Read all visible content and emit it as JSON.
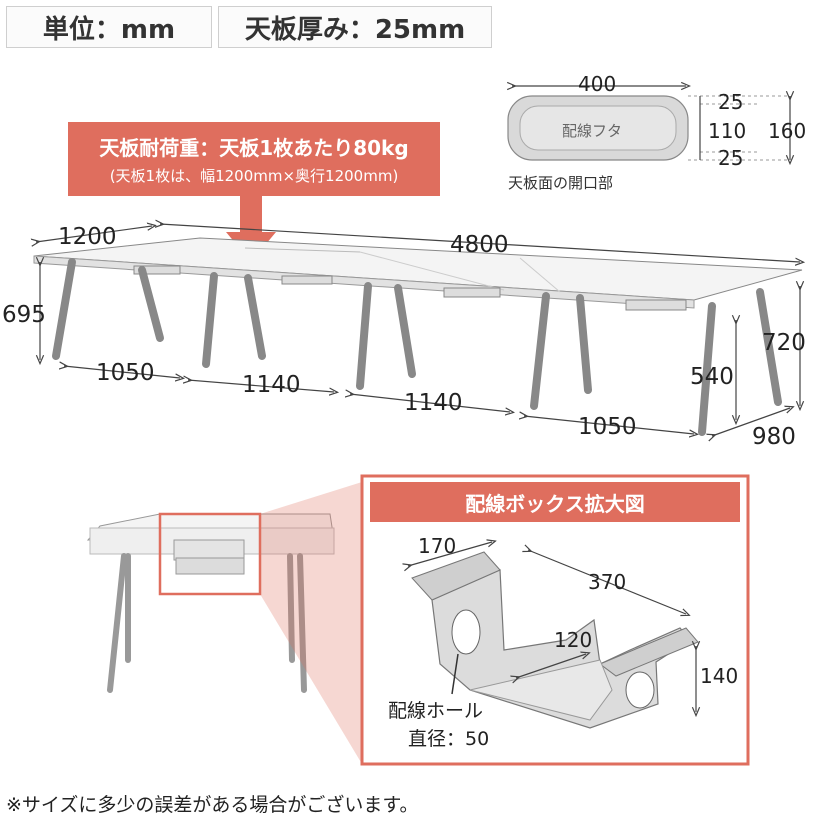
{
  "badges": {
    "unit": "単位：mm",
    "thickness": "天板厚み：25mm"
  },
  "load_note": {
    "line1": "天板耐荷重：天板1枚あたり80kg",
    "line2": "(天板1枚は、幅1200mm×奥行1200mm)"
  },
  "opening": {
    "width": "400",
    "d1": "25",
    "d2": "110",
    "d3": "160",
    "d4": "25",
    "cover_label": "配線フタ",
    "caption": "天板面の開口部"
  },
  "table_dims": {
    "top_width": "1200",
    "total_width": "4800",
    "height_left": "695",
    "leg_span_1": "1050",
    "leg_span_2": "1140",
    "leg_span_3": "1140",
    "leg_span_4": "1050",
    "height_right": "720",
    "knee_height": "540",
    "depth": "980"
  },
  "detail": {
    "title": "配線ボックス拡大図",
    "w170": "170",
    "w370": "370",
    "w120": "120",
    "h140": "140",
    "hole_label": "配線ホール",
    "hole_diameter": "直径：50"
  },
  "footnote": "※サイズに多少の誤差がある場合がございます。",
  "colors": {
    "accent": "#df6e5e",
    "line": "#555555",
    "table_top": "#f2f2f2"
  }
}
